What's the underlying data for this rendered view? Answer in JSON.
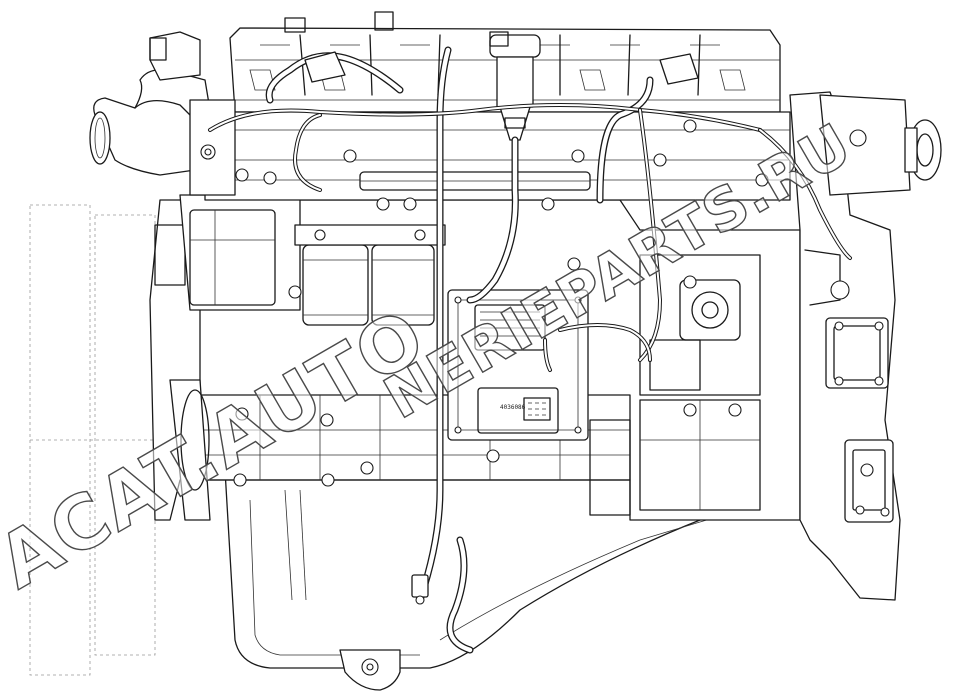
{
  "watermark": {
    "text_main": "ACAT.AUTO",
    "text_sub": "NERIEPARTS.RU",
    "stroke_color": "#4a4a4a"
  },
  "ecu_label": "4036086",
  "colors": {
    "line": "#1a1a1a",
    "background": "#ffffff"
  }
}
